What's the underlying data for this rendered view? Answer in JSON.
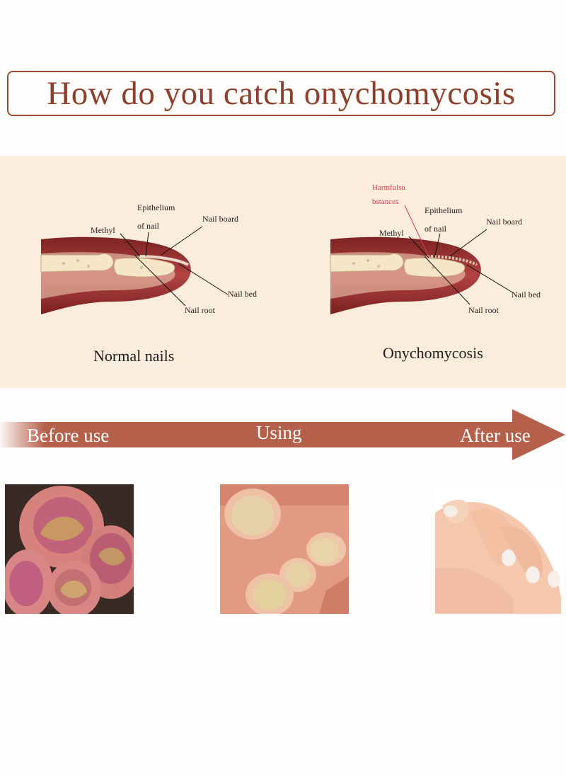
{
  "title": "How do you catch onychomycosis",
  "diagrams": {
    "normal": {
      "caption": "Normal nails",
      "labels": {
        "epithelium_line1": "Epithelium",
        "epithelium_line2": "of nail",
        "methyl": "Methyl",
        "nail_board": "Nail board",
        "nail_bed": "Nail bed",
        "nail_root": "Nail root"
      }
    },
    "onychomycosis": {
      "caption": "Onychomycosis",
      "labels": {
        "harmful_line1": "Harmfulsu",
        "harmful_line2": "bstances",
        "epithelium_line1": "Epithelium",
        "epithelium_line2": "of nail",
        "methyl": "Methyl",
        "nail_board": "Nail board",
        "nail_bed": "Nail bed",
        "nail_root": "Nail root"
      }
    }
  },
  "progress_arrow": {
    "before": "Before use",
    "using": "Using",
    "after": "After use",
    "color": "#b5604a"
  },
  "colors": {
    "title": "#8e3f2c",
    "panel_bg": "#fcecdc",
    "finger_flesh": "#9b2f2f",
    "bone": "#f6e6c8",
    "harmful_label": "#d43c4c"
  }
}
